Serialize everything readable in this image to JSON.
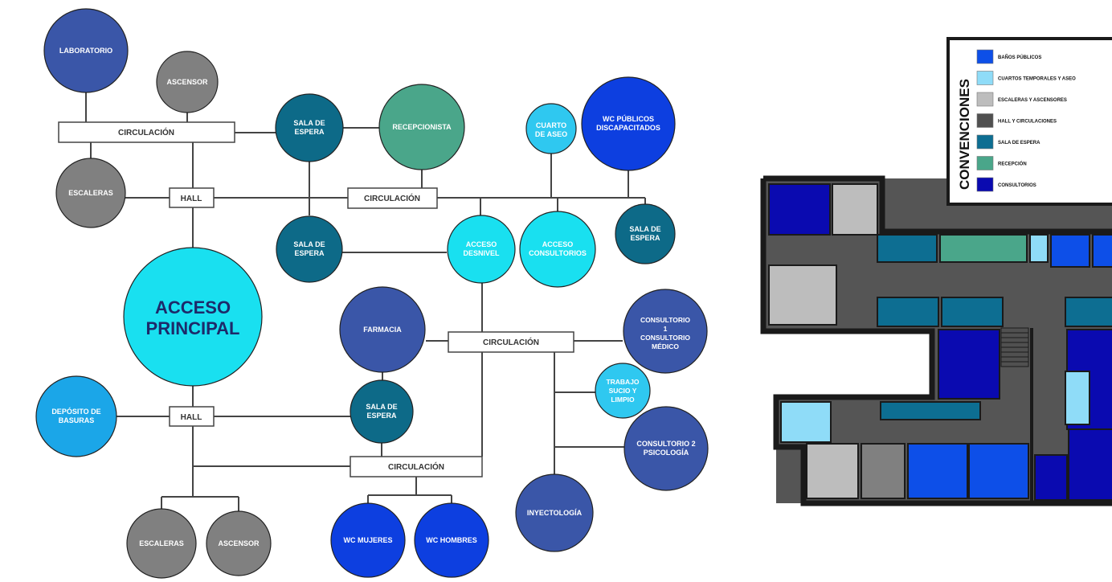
{
  "colors": {
    "line": "#444444",
    "hall": "#555555",
    "wall": "#1a1a1a",
    "consultorios": "#3a56a8",
    "wc": "#0d3fe0",
    "espera": "#0d6a88",
    "recepcion": "#4aa68a",
    "acceso": "#19e0f0",
    "aseo": "#2fc8f0",
    "deposito": "#1ba6e8",
    "gris": "#808080"
  },
  "nodes": {
    "laboratorio": "LABORATORIO",
    "ascensor_top": "ASCENSOR",
    "escaleras_top": "ESCALERAS",
    "sala_espera_1": [
      "SALA DE",
      "ESPERA"
    ],
    "recepcionista": "RECEPCIONISTA",
    "cuarto_aseo": [
      "CUARTO",
      "DE ASEO"
    ],
    "wc_publicos": [
      "WC PÚBLICOS",
      "DISCAPACITADOS"
    ],
    "sala_espera_2": [
      "SALA DE",
      "ESPERA"
    ],
    "acceso_desnivel": [
      "ACCESO",
      "DESNIVEL"
    ],
    "acceso_consultorios": [
      "ACCESO",
      "CONSULTORIOS"
    ],
    "sala_espera_3": [
      "SALA DE",
      "ESPERA"
    ],
    "acceso_principal": [
      "ACCESO",
      "PRINCIPAL"
    ],
    "farmacia": "FARMACIA",
    "consultorio_1": [
      "CONSULTORIO",
      "1",
      "CONSULTORIO",
      "MÉDICO"
    ],
    "trabajo_sucio": [
      "TRABAJO",
      "SUCIO Y",
      "LIMPIO"
    ],
    "deposito_basuras": [
      "DEPÓSITO DE",
      "BASURAS"
    ],
    "sala_espera_4": [
      "SALA DE",
      "ESPERA"
    ],
    "consultorio_2": [
      "CONSULTORIO 2",
      "PSICOLOGÍA"
    ],
    "inyectologia": "INYECTOLOGÍA",
    "escaleras_bottom": "ESCALERAS",
    "ascensor_bottom": "ASCENSOR",
    "wc_mujeres": "WC MUJERES",
    "wc_hombres": "WC HOMBRES"
  },
  "boxes": {
    "circulacion_1": "CIRCULACIÓN",
    "hall_1": "HALL",
    "circulacion_2": "CIRCULACIÓN",
    "circulacion_3": "CIRCULACIÓN",
    "hall_2": "HALL",
    "circulacion_4": "CIRCULACIÓN"
  },
  "legend": {
    "title": "CONVENCIONES",
    "items": [
      {
        "label": "BAÑOS PÚBLICOS",
        "color": "#0d4fe8"
      },
      {
        "label": "CUARTOS TEMPORALES Y ASEO",
        "color": "#8fdcf8"
      },
      {
        "label": "ESCALERAS Y ASCENSORES",
        "color": "#bdbdbd"
      },
      {
        "label": "HALL Y CIRCULACIONES",
        "color": "#505050"
      },
      {
        "label": "SALA DE ESPERA",
        "color": "#0d6e92"
      },
      {
        "label": "RECEPCIÓN",
        "color": "#4aa68a"
      },
      {
        "label": "CONSULTORIOS",
        "color": "#0a0ab0"
      }
    ]
  }
}
